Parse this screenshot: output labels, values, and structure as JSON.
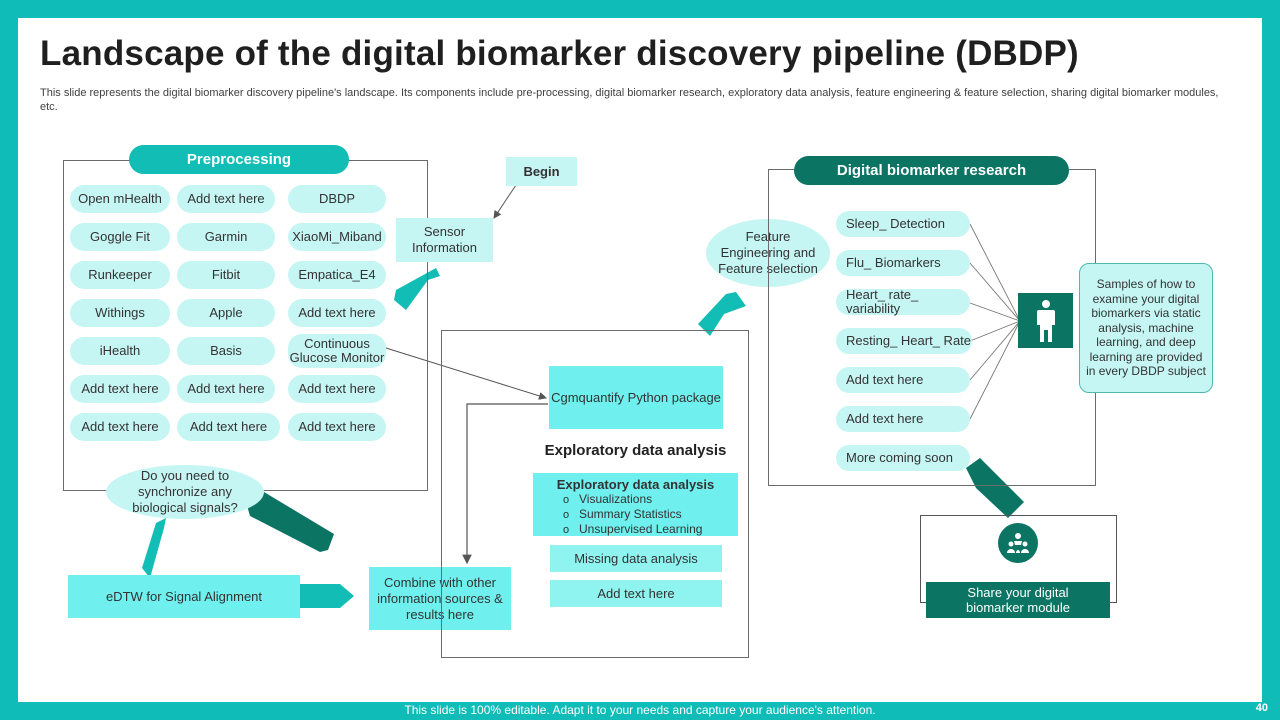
{
  "title": "Landscape of the digital biomarker discovery pipeline (DBDP)",
  "description": "This slide represents the digital biomarker discovery pipeline's landscape. Its components include pre-processing, digital biomarker research, exploratory data analysis, feature engineering & feature selection, sharing digital biomarker modules, etc.",
  "preprocessing": {
    "header": "Preprocessing",
    "items": [
      "Open mHealth",
      "Add text here",
      "DBDP",
      "Goggle Fit",
      "Garmin",
      "XiaoMi_Miband",
      "Runkeeper",
      "Fitbit",
      "Empatica_E4",
      "Withings",
      "Apple",
      "Add text here",
      "iHealth",
      "Basis",
      "Continuous Glucose Monitor",
      "Add text here",
      "Add text here",
      "Add text here",
      "Add text here",
      "Add text here",
      "Add text here"
    ]
  },
  "begin": "Begin",
  "sensor_info": "Sensor Information",
  "sync_question": "Do you need to synchronize any biological signals?",
  "edtw": "eDTW for Signal Alignment",
  "combine": "Combine with other information sources & results here",
  "cgm": "Cgmquantify Python package",
  "eda": {
    "title": "Exploratory data analysis",
    "box_title": "Exploratory data analysis",
    "bullets": [
      "Visualizations",
      "Summary Statistics",
      "Unsupervised Learning"
    ],
    "bullet_marker": "o",
    "missing": "Missing data analysis",
    "add": "Add text here"
  },
  "feature": "Feature Engineering and Feature selection",
  "research": {
    "header": "Digital biomarker research",
    "items": [
      "Sleep_ Detection",
      "Flu_ Biomarkers",
      "Heart_ rate_ variability",
      "Resting_ Heart_ Rate",
      "Add text here",
      "Add text here",
      "More coming soon"
    ],
    "person_icon": "person-icon"
  },
  "samples": "Samples of how to examine your digital biomarkers via static analysis, machine learning, and deep learning are provided in every DBDP subject",
  "share": {
    "label": "Share your digital biomarker module",
    "icon": "people-network-icon"
  },
  "footer": "This slide is 100% editable. Adapt it to your needs and capture your audience's attention.",
  "page_number": "40",
  "colors": {
    "teal_bg": "#10bcb8",
    "dark_teal": "#0b7463",
    "light_cyan": "#c6f6f4",
    "cyan": "#6ff0ee"
  }
}
